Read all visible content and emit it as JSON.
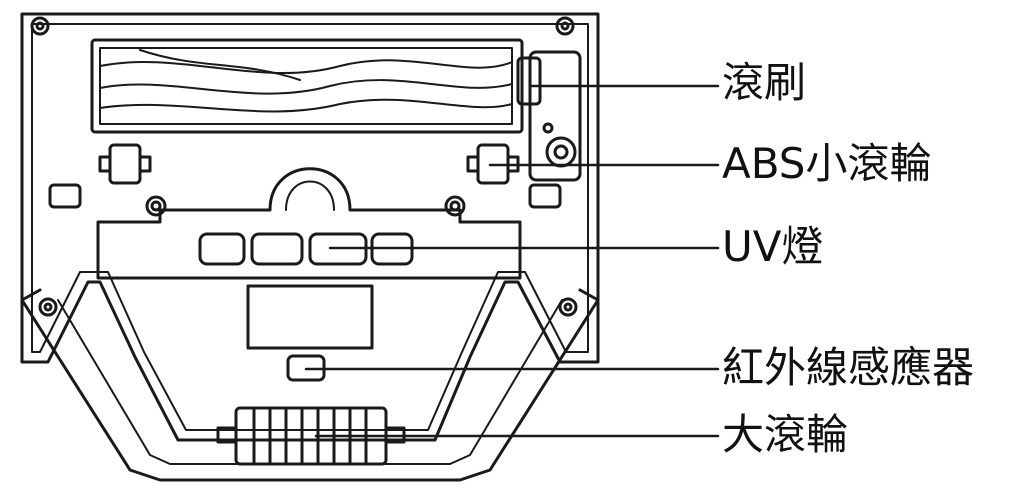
{
  "labels": {
    "roller_brush": "滾刷",
    "abs_wheel": "ABS小滾輪",
    "uv_lamp": "UV燈",
    "ir_sensor": "紅外線感應器",
    "big_wheel": "大滾輪"
  },
  "colors": {
    "stroke": "#1a1a1a",
    "fill": "#ffffff",
    "text": "#111111"
  }
}
